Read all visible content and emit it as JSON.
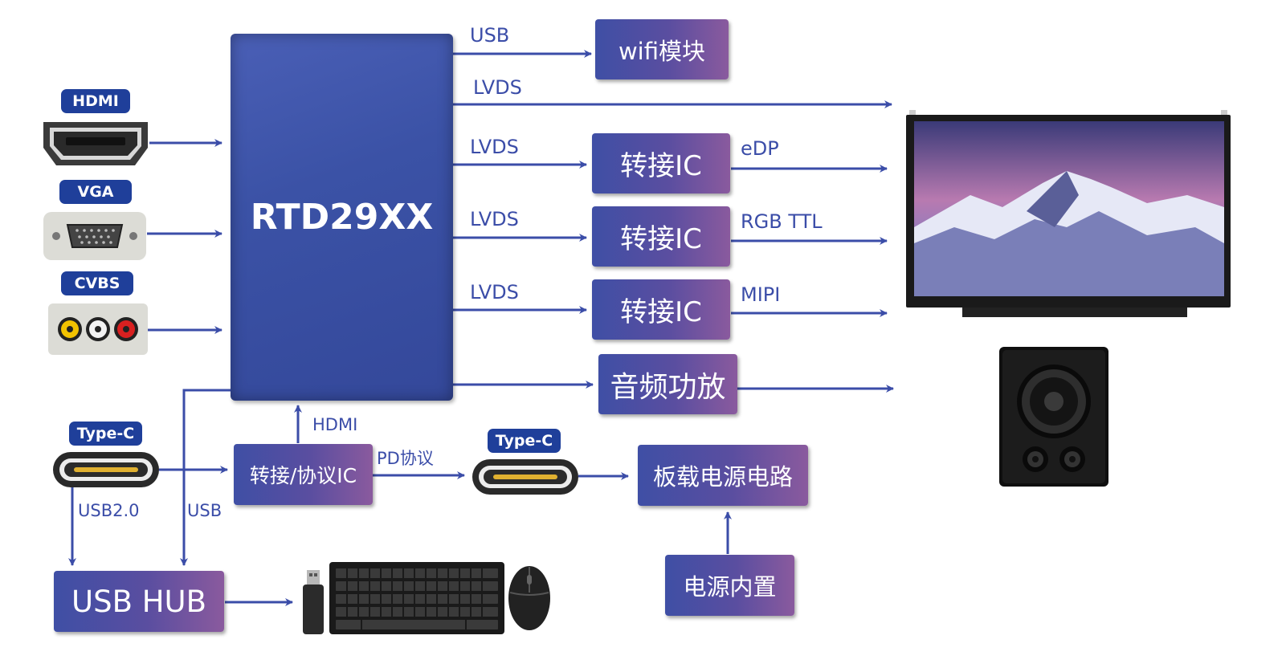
{
  "main_chip": "RTD29XX",
  "inputs": {
    "hdmi": "HDMI",
    "vga": "VGA",
    "cvbs": "CVBS",
    "typec_left": "Type-C",
    "typec_right": "Type-C"
  },
  "boxes": {
    "wifi": "wifi模块",
    "adapter1": "转接IC",
    "adapter2": "转接IC",
    "adapter3": "转接IC",
    "audio": "音频功放",
    "protocol_ic": "转接/协议IC",
    "power_circuit": "板载电源电路",
    "power_builtin": "电源内置",
    "usb_hub": "USB HUB"
  },
  "links": {
    "usb_top": "USB",
    "lvds_direct": "LVDS",
    "lvds1": "LVDS",
    "lvds2": "LVDS",
    "lvds3": "LVDS",
    "edp": "eDP",
    "rgb_ttl": "RGB TTL",
    "mipi": "MIPI",
    "hdmi_up": "HDMI",
    "pd": "PD协议",
    "usb20": "USB2.0",
    "usb": "USB"
  },
  "icons": [
    "hdmi-port-icon",
    "vga-port-icon",
    "cvbs-port-icon",
    "typec-port-icon",
    "display-panel-icon",
    "speaker-icon",
    "usb-dongle-icon",
    "keyboard-icon",
    "mouse-icon"
  ],
  "colors": {
    "arrow": "#3b4da8",
    "tag": "#1f3f9a",
    "chip": "#3b52a6"
  }
}
